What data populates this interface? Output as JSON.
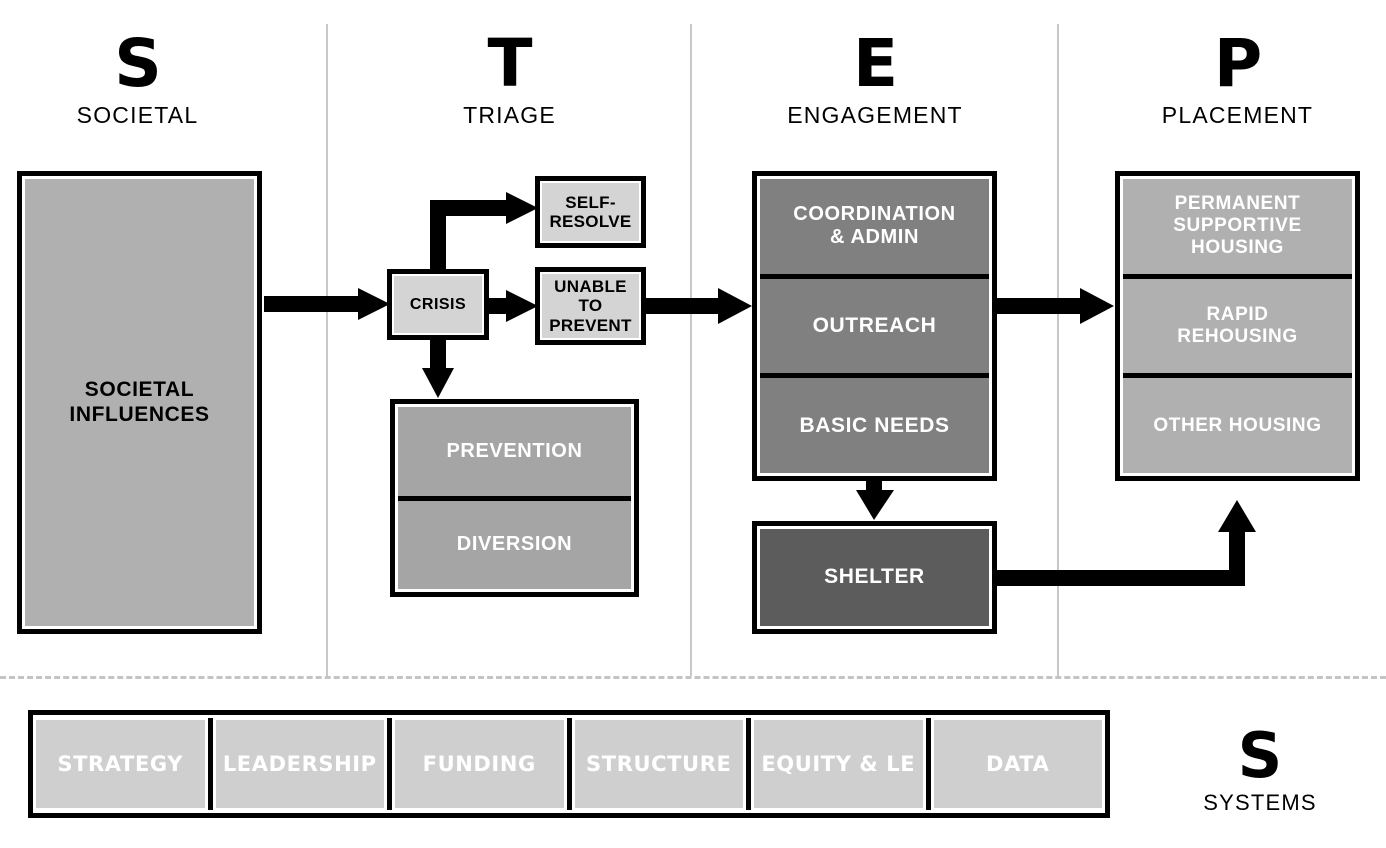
{
  "colors": {
    "ink": "#000000",
    "light_gray": "#d4d4d4",
    "mid_gray": "#b0b0b0",
    "dark_gray": "#808080",
    "darkest_gray": "#5c5c5c",
    "divider_gray": "#c8c8c8",
    "shadow_gray": "#c9c9c9",
    "sysbar_gray": "#cfcfcf"
  },
  "columns": [
    {
      "letter": "S",
      "name": "SOCIETAL"
    },
    {
      "letter": "T",
      "name": "TRIAGE"
    },
    {
      "letter": "E",
      "name": "ENGAGEMENT"
    },
    {
      "letter": "P",
      "name": "PLACEMENT"
    }
  ],
  "societal": {
    "box_label": "SOCIETAL\nINFLUENCES",
    "line1": "SOCIETAL",
    "line2": "INFLUENCES"
  },
  "triage": {
    "crisis": "CRISIS",
    "self_resolve_line1": "SELF-",
    "self_resolve_line2": "RESOLVE",
    "unable_line1": "UNABLE",
    "unable_line2": "TO",
    "unable_line3": "PREVENT",
    "prevention": "PREVENTION",
    "diversion": "DIVERSION"
  },
  "engagement": {
    "coordination_line1": "COORDINATION",
    "coordination_line2": "& ADMIN",
    "outreach": "OUTREACH",
    "basic_needs": "BASIC NEEDS",
    "shelter": "SHELTER"
  },
  "placement": {
    "psh_line1": "PERMANENT",
    "psh_line2": "SUPPORTIVE",
    "psh_line3": "HOUSING",
    "rrh_line1": "RAPID",
    "rrh_line2": "REHOUSING",
    "other_housing": "OTHER HOUSING"
  },
  "systems": {
    "letter": "S",
    "name": "SYSTEMS",
    "cells": [
      "STRATEGY",
      "LEADERSHIP",
      "FUNDING",
      "STRUCTURE",
      "EQUITY & LE",
      "DATA"
    ]
  }
}
